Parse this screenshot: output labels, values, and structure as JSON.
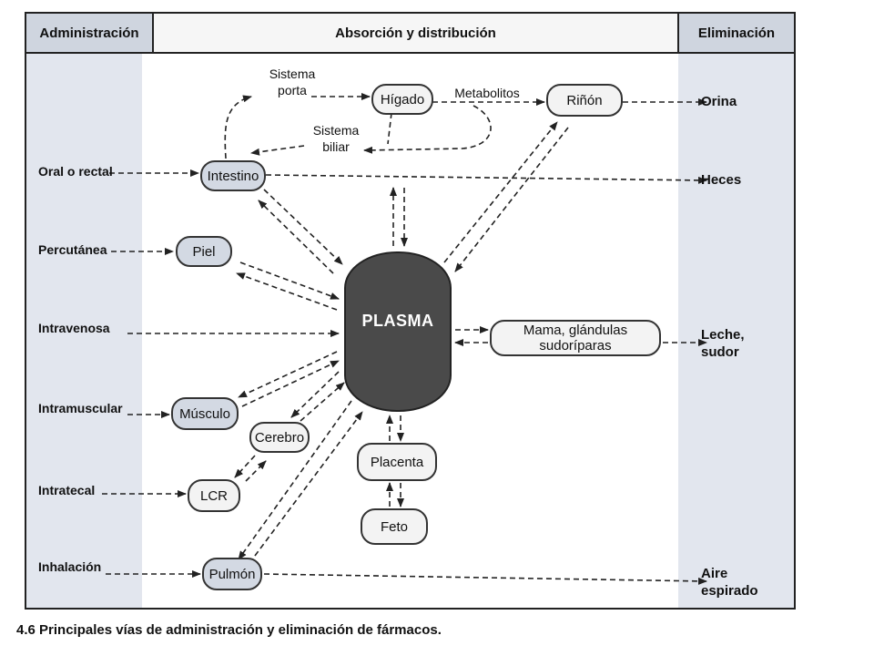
{
  "header": {
    "administration": "Administración",
    "absorption": "Absorción y distribución",
    "elimination": "Eliminación"
  },
  "routes": {
    "oral": "Oral o rectal",
    "percutaneous": "Percutánea",
    "intravenous": "Intravenosa",
    "intramuscular": "Intramuscular",
    "intrathecal": "Intratecal",
    "inhalation": "Inhalación"
  },
  "nodes": {
    "liver": "Hígado",
    "kidney": "Riñón",
    "intestine": "Intestino",
    "skin": "Piel",
    "plasma": "PLASMA",
    "breast": "Mama, glándulas sudoríparas",
    "muscle": "Músculo",
    "brain": "Cerebro",
    "csf": "LCR",
    "placenta": "Placenta",
    "fetus": "Feto",
    "lung": "Pulmón"
  },
  "labels": {
    "portal_system": "Sistema porta",
    "biliary_system": "Sistema biliar",
    "metabolites": "Metabolitos"
  },
  "eliminations": {
    "urine": "Orina",
    "feces": "Heces",
    "milk_sweat": "Leche, sudor",
    "exhaled_air": "Aire espirado"
  },
  "caption": "4.6 Principales vías de administración y eliminación de fármacos.",
  "colors": {
    "shaded_column": "#dfe4ec",
    "node_shaded": "#d3d9e3",
    "plasma": "#4a4a4a",
    "line": "#222222"
  }
}
